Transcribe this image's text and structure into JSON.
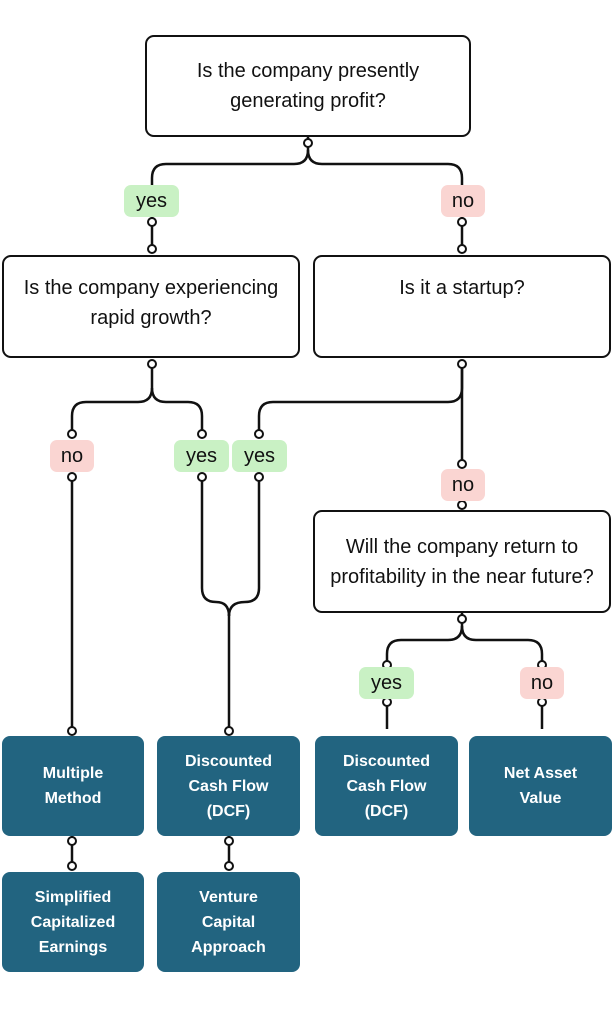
{
  "questions": {
    "q1": "Is the company presently generating profit?",
    "q2": "Is the company experiencing rapid growth?",
    "q3": "Is it a startup?",
    "q4": "Will the company return to profitability in the near future?"
  },
  "answers": {
    "q1_yes": "yes",
    "q1_no": "no",
    "q2_no": "no",
    "q2_yes": "yes",
    "q3_yes": "yes",
    "q3_no": "no",
    "q4_yes": "yes",
    "q4_no": "no"
  },
  "methods": {
    "multiple": "Multiple Method",
    "dcf_a": "Discounted Cash Flow (DCF)",
    "dcf_b": "Discounted Cash Flow (DCF)",
    "nav": "Net Asset Value",
    "sce": "Simplified Capitalized Earnings",
    "vca": "Venture Capital Approach"
  },
  "colors": {
    "method_box": "#226480",
    "yes_pill": "#c9f1c4",
    "no_pill": "#fad5d2",
    "line": "#111111"
  }
}
